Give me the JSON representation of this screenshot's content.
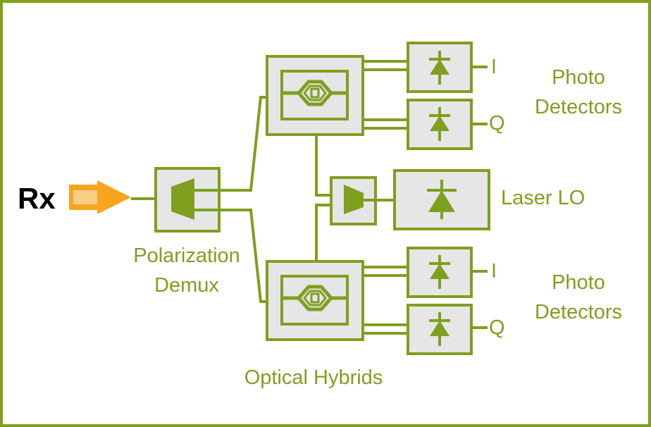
{
  "labels": {
    "rx": "Rx",
    "polarization_demux": {
      "line1": "Polarization",
      "line2": "Demux"
    },
    "optical_hybrids": "Optical Hybrids",
    "laser_lo": "Laser LO",
    "photo_detectors_top": {
      "line1": "Photo",
      "line2": "Detectors"
    },
    "photo_detectors_bottom": {
      "line1": "Photo",
      "line2": "Detectors"
    },
    "output_i_top": "I",
    "output_q_top": "Q",
    "output_i_bottom": "I",
    "output_q_bottom": "Q"
  },
  "colors": {
    "green": "#7f9f1f",
    "box_fill": "#e6e6e6",
    "arrow": "#f5a51e",
    "rx_text": "#000000"
  }
}
